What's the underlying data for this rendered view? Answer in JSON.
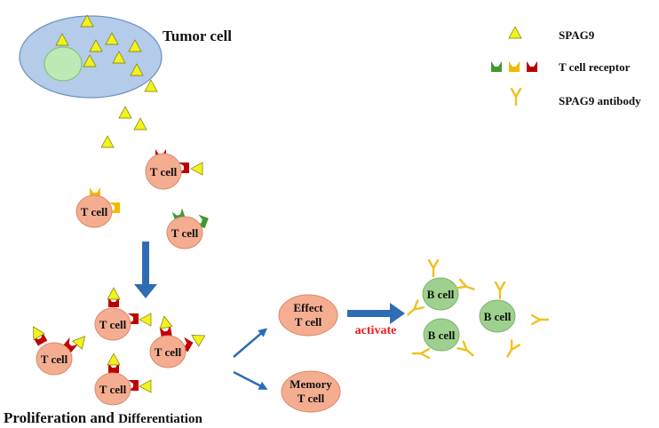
{
  "tumor": {
    "label": "Tumor cell"
  },
  "legend": {
    "spag9": "SPAG9",
    "receptor": "T cell receptor",
    "antibody": "SPAG9 antibody"
  },
  "cells": {
    "t_cell": "T cell",
    "effect_line1": "Effect",
    "effect_line2": "T cell",
    "memory_line1": "Memory",
    "memory_line2": "T cell",
    "b_cell": "B cell"
  },
  "activate_label": "activate",
  "footer": {
    "line_part1": "Proliferation and ",
    "line_part2": "Differentiation"
  },
  "colors": {
    "tumor_fill": "#b4cbe9",
    "nucleus_fill": "#bde9b4",
    "t_cell_fill": "#f4ad90",
    "b_cell_fill": "#9ed08e",
    "antigen": "#f2f21c",
    "receptor_red": "#c00000",
    "receptor_yellow": "#f5b800",
    "receptor_green": "#3f9a2e",
    "antibody": "#f0c020",
    "arrow_blue": "#2e6db4",
    "activate_red": "#ee1c1c"
  }
}
